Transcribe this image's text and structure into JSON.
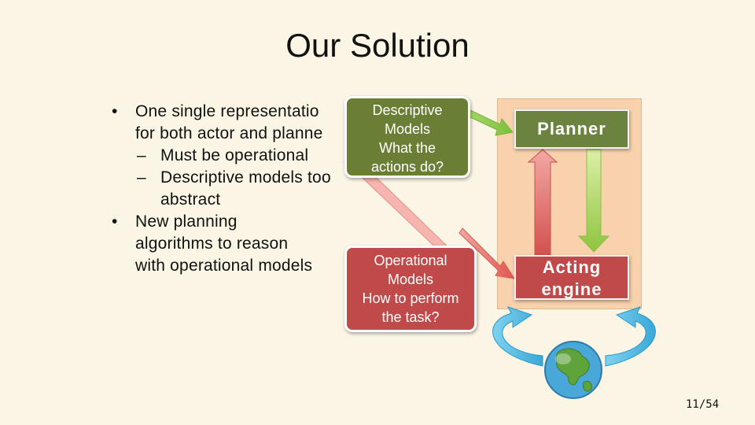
{
  "slide": {
    "title": "Our Solution",
    "page_number": "11/54"
  },
  "bullets": [
    {
      "level": 1,
      "text": "One single representatio"
    },
    {
      "level": 1,
      "text": "for both actor and planne"
    },
    {
      "level": 2,
      "text": "Must be operational"
    },
    {
      "level": 2,
      "text": "Descriptive models too"
    },
    {
      "level": 2,
      "text": "abstract"
    },
    {
      "level": 1,
      "text": "New planning"
    },
    {
      "level": 1,
      "text": "algorithms to reason"
    },
    {
      "level": 1,
      "text": "with operational models"
    }
  ],
  "descriptive_box": {
    "line1": "Descriptive",
    "line2": "Models",
    "line3": "What the",
    "line4": "actions do?",
    "color": "#6a7e36"
  },
  "operational_box": {
    "line1": "Operational",
    "line2": "Models",
    "line3": "How to perform",
    "line4": "the task?",
    "color": "#bf4a49"
  },
  "planner": {
    "label": "Planner",
    "color": "#6c8340"
  },
  "acting_engine": {
    "line1": "Acting",
    "line2": "engine",
    "color": "#bf4a49"
  },
  "icons": {
    "globe": "globe-icon",
    "cycle": "cycle-arrows-icon"
  }
}
